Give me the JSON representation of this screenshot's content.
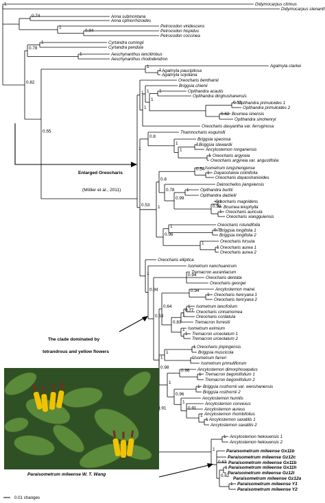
{
  "tree": {
    "taxa": [
      {
        "name": "Didymocarpus citrinus"
      },
      {
        "name": "Didymocarpus stenanthos"
      },
      {
        "name": "Anna submontana"
      },
      {
        "name": "Anna ophiorrhizoides"
      },
      {
        "name": "Petrocodon viridescens"
      },
      {
        "name": "Petrocodon hispidus"
      },
      {
        "name": "Petrocodon coccinea"
      },
      {
        "name": "Cyrtandra cumingii"
      },
      {
        "name": "Cyrtandra pendula"
      },
      {
        "name": "Aeschynanthus lancilimbus"
      },
      {
        "name": "Aeschynanthus rhododendron"
      },
      {
        "name": "Agalmyla clarkei"
      },
      {
        "name": "Agalmyla paucipilosa"
      },
      {
        "name": "Agalmyla sojoliana"
      },
      {
        "name": "Oreocharis benthamii"
      },
      {
        "name": "Briggsia chienii"
      },
      {
        "name": "Opithandra acaulis"
      },
      {
        "name": "Opithandra dinghushanensis"
      },
      {
        "name": "Opithandra primuloides 1"
      },
      {
        "name": "Opithandra primuloides 2"
      },
      {
        "name": "Boumea sinensis"
      },
      {
        "name": "Opithandra sinohenryi"
      },
      {
        "name": "Oreocharis dasyantha var. ferruginosa"
      },
      {
        "name": "Thamnocharis esquirolli"
      },
      {
        "name": "Briggsia speciosa"
      },
      {
        "name": "Briggsia stewardii"
      },
      {
        "name": "Ancylostemon ronganensis"
      },
      {
        "name": "Oreocharis argyreia"
      },
      {
        "name": "Oreocharis argyreia var. angustifolia"
      },
      {
        "name": "Isometrum lungshengense"
      },
      {
        "name": "Dayaoshania cotinifolia"
      },
      {
        "name": "Oreocharis dayaoshanioides"
      },
      {
        "name": "Deinocheilos jiangxiensis"
      },
      {
        "name": "Opithandra burttii"
      },
      {
        "name": "Opithandra dalzielii"
      },
      {
        "name": "Oreocharis magnidens"
      },
      {
        "name": "Boumea leiophylla"
      },
      {
        "name": "Oreocharis auricula"
      },
      {
        "name": "Oreocharis xiangguiensis"
      },
      {
        "name": "Oreocharis rotundifolia"
      },
      {
        "name": "Briggsia longifolia 1"
      },
      {
        "name": "Briggsia longifolia 2"
      },
      {
        "name": "Oreocharis hirsuta"
      },
      {
        "name": "Oreocharis aurea 1"
      },
      {
        "name": "Oreocharis aurea 2"
      },
      {
        "name": "Oreocharis elliptica"
      },
      {
        "name": "Isometrum nanchuanicum"
      },
      {
        "name": "Tremacron aurantiacum"
      },
      {
        "name": "Oreocharis dentata"
      },
      {
        "name": "Oreocharis georgei"
      },
      {
        "name": "Ancylostemon mairei"
      },
      {
        "name": "Oreocharis henryana 1"
      },
      {
        "name": "Oreocharis henryana 2"
      },
      {
        "name": "Isometrum lancifolium"
      },
      {
        "name": "Oreocharis cinnamomea"
      },
      {
        "name": "Oreocharis cordatula"
      },
      {
        "name": "Tremacron forrestii"
      },
      {
        "name": "Isometrum eximium"
      },
      {
        "name": "Tremacron urceolatum 1"
      },
      {
        "name": "Tremacron urceolatum 2"
      },
      {
        "name": "Oreocharis jinpingensis"
      },
      {
        "name": "Briggsia muscicola"
      },
      {
        "name": "Isometrum farreri"
      },
      {
        "name": "Isometrum primuliflorum"
      },
      {
        "name": "Ancylostemon dimorphosepalus"
      },
      {
        "name": "Tremacron begoniifolium 1"
      },
      {
        "name": "Tremacron begoniifolium 2"
      },
      {
        "name": "Briggsia rosthornii var. wenshanensis"
      },
      {
        "name": "Briggsia rosthornii 2"
      },
      {
        "name": "Ancylostemon humilis"
      },
      {
        "name": "Ancylostemon convexus"
      },
      {
        "name": "Ancylostemon aureus"
      },
      {
        "name": "Ancylostemon rhombifolius"
      },
      {
        "name": "Ancylostemon saxatilis 1"
      },
      {
        "name": "Ancylostemon saxatilis 2"
      },
      {
        "name": "Ancylostemon hekouensis 1"
      },
      {
        "name": "Ancylostemon hekouensis 2"
      },
      {
        "name": "Paraisometrum mileense Gx11b",
        "bold": true
      },
      {
        "name": "Paraisometrum mileense Gz12c",
        "bold": true
      },
      {
        "name": "Paraisometrum mileense Gx11b",
        "bold": true
      },
      {
        "name": "Paraisometrum mileense Gx11h",
        "bold": true
      },
      {
        "name": "Paraisometrum mileense Gz12i",
        "bold": true
      },
      {
        "name": "Paraisometrum mileense Gz12a",
        "bold": true
      },
      {
        "name": "Paraisometrum mileense Y1",
        "bold": true
      },
      {
        "name": "Paraisometrum mileense Y2",
        "bold": true
      }
    ],
    "support_values": [
      "1",
      "0.74",
      "1",
      "0.94",
      "1",
      "1",
      "1",
      "0.78",
      "1",
      "0.82",
      "1",
      "1",
      "0.55",
      "1",
      "1",
      "1",
      "1",
      "0.54",
      "1",
      "0.62",
      "1",
      "1",
      "1",
      "1",
      "0.8",
      "0.54",
      "1",
      "1",
      "1",
      "0.99",
      "0.78",
      "1",
      "1",
      "0.7",
      "1",
      "0.96",
      "1",
      "1",
      "1",
      "0.53",
      "1",
      "0.94",
      "0.64",
      "1",
      "0.94",
      "1",
      "0.83",
      "1",
      "0.77",
      "1",
      "1",
      "0.98",
      "1",
      "1",
      "1",
      "0.96",
      "1",
      "1",
      "0.91",
      "1",
      "1",
      "1",
      "1",
      "0.63",
      "1",
      "0.62"
    ]
  },
  "annotations": {
    "enlarged_title": "Enlarged Oreocharis",
    "enlarged_ref": "(Möller et al., 2011)",
    "clade_line1": "The clade dominated by",
    "clade_line2": "tetrandrous and yellow flowers",
    "photo_caption": "Paraisometrum mileense W. T. Wang",
    "scale_label": "0.01 changes"
  },
  "colors": {
    "line": "#000000",
    "photo_background": "#2f4f25",
    "leaf": "#5b8a3a",
    "flower": "#f2c200",
    "calyx": "#7a2a24"
  }
}
